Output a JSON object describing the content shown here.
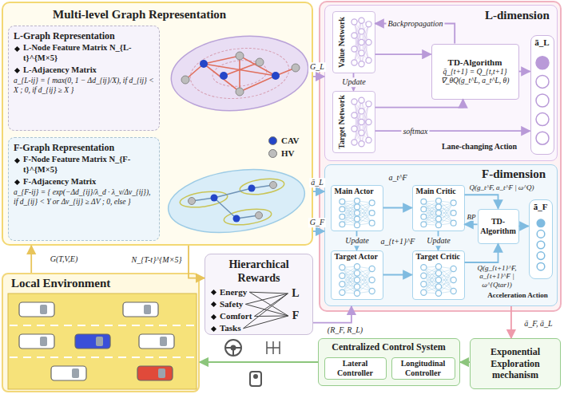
{
  "diagram": {
    "nodes": [
      {
        "text": [
          "Multi-level Graph Representation"
        ]
      },
      {
        "text": [
          "L-Graph Representation",
          "L-Node Feature Matrix N_{L-t}^{M×5}",
          "L-Adjacency Matrix",
          "a_{L-ij} = { max(0, 1 − Δd_{ij}/X), if d_{ij} < X ; 0, if d_{ij} ≥ X }"
        ],
        "in": 0
      },
      {
        "text": [
          "F-Graph Representation",
          "F-Node Feature Matrix N_{F-t}^{M×5}",
          "F-Adjacency Matrix",
          "a_{F-ij} = { exp(−Δd_{ij}/λ_d · λ_v/Δv_{ij}), if d_{ij} < Y or Δv_{ij} ≥ ΔV ; 0, else }"
        ],
        "in": 0
      },
      {
        "text": [
          "L-dimension"
        ]
      },
      {
        "text": [
          "Value Network"
        ],
        "in": 3
      },
      {
        "text": [
          "Target Network"
        ],
        "in": 3
      },
      {
        "text": [
          "TD-Algorithm",
          "q̄_{t+1} = Q_{t,t+1}",
          "∇_θQ(g_t^L, a_t^L, θ)"
        ],
        "in": 3
      },
      {
        "text": [
          "ā_L"
        ],
        "in": 3
      },
      {
        "text": [
          "F-dimension"
        ]
      },
      {
        "text": [
          "Main Actor"
        ],
        "in": 8
      },
      {
        "text": [
          "Main Critic"
        ],
        "in": 8
      },
      {
        "text": [
          "Target Actor"
        ],
        "in": 8
      },
      {
        "text": [
          "Target Critic"
        ],
        "in": 8
      },
      {
        "text": [
          "TD-Algorithm"
        ],
        "in": 8
      },
      {
        "text": [
          "ā_F"
        ],
        "in": 8
      },
      {
        "text": [
          "Hierarchical Rewards",
          "Energy",
          "Safety",
          "Comfort",
          "Tasks"
        ]
      },
      {
        "text": [
          "Local Environment"
        ]
      },
      {
        "text": [
          "Centralized Control System"
        ]
      },
      {
        "text": [
          "Lateral Controller"
        ],
        "in": 17
      },
      {
        "text": [
          "Longitudinal Controller"
        ],
        "in": 17
      },
      {
        "text": [
          "Exponential Exploration mechanism"
        ]
      }
    ],
    "edges": [
      {
        "from": 0,
        "to": 3,
        "arrow": "to",
        "label": "G_L"
      },
      {
        "from": 0,
        "to": 8,
        "arrow": "to",
        "label": "ā_L"
      },
      {
        "from": 0,
        "to": 8,
        "arrow": "to",
        "label": "G_F"
      },
      {
        "from": 16,
        "to": 0,
        "arrow": "to",
        "label": "G(T,V,E)"
      },
      {
        "from": 0,
        "to": 15,
        "arrow": "to",
        "label": "N_{T-t}^{M×5}"
      },
      {
        "from": 15,
        "to": 8,
        "arrow": "to",
        "label": "(R_F, R_L)"
      },
      {
        "from": 8,
        "to": 20,
        "arrow": "to",
        "label": "ā_F, ā_L"
      },
      {
        "from": 20,
        "to": 17,
        "arrow": "to"
      },
      {
        "from": 17,
        "to": 16,
        "arrow": "to"
      },
      {
        "from": 4,
        "to": 5,
        "arrow": "to",
        "label": "Update"
      },
      {
        "from": 4,
        "to": 6,
        "arrow": "to"
      },
      {
        "from": 6,
        "to": 4,
        "arrow": "to",
        "label": "Backpropagation"
      },
      {
        "from": 5,
        "to": 6,
        "arrow": "to"
      },
      {
        "from": 5,
        "to": 7,
        "arrow": "to",
        "label": "softmax"
      },
      {
        "from": 6,
        "to": 7,
        "arrow": "to"
      },
      {
        "from": 9,
        "to": 11,
        "arrow": "to",
        "label": "Update"
      },
      {
        "from": 10,
        "to": 12,
        "arrow": "to",
        "label": "Update"
      },
      {
        "from": 9,
        "to": 10,
        "arrow": "to",
        "label": "a_t^F"
      },
      {
        "from": 11,
        "to": 12,
        "arrow": "to",
        "label": "a_{t+1}^F"
      },
      {
        "from": 10,
        "to": 13,
        "arrow": "to",
        "label": "Q(g_t^F, a_t^F | ω^Q)"
      },
      {
        "from": 12,
        "to": 13,
        "arrow": "to",
        "label": "Q(g_{t+1}^F, a_{t+1}^F | ω^{Qtar})"
      },
      {
        "from": 13,
        "to": 10,
        "arrow": "to",
        "label": "BP"
      },
      {
        "from": 13,
        "to": 14,
        "arrow": "to"
      }
    ],
    "labels": [
      "Lane-changing Action",
      "Acceleration Action",
      "L",
      "F"
    ],
    "legend": [
      {
        "text": "CAV",
        "color": "#2446c8"
      },
      {
        "text": "HV",
        "color": "#bdbdbd"
      }
    ]
  }
}
